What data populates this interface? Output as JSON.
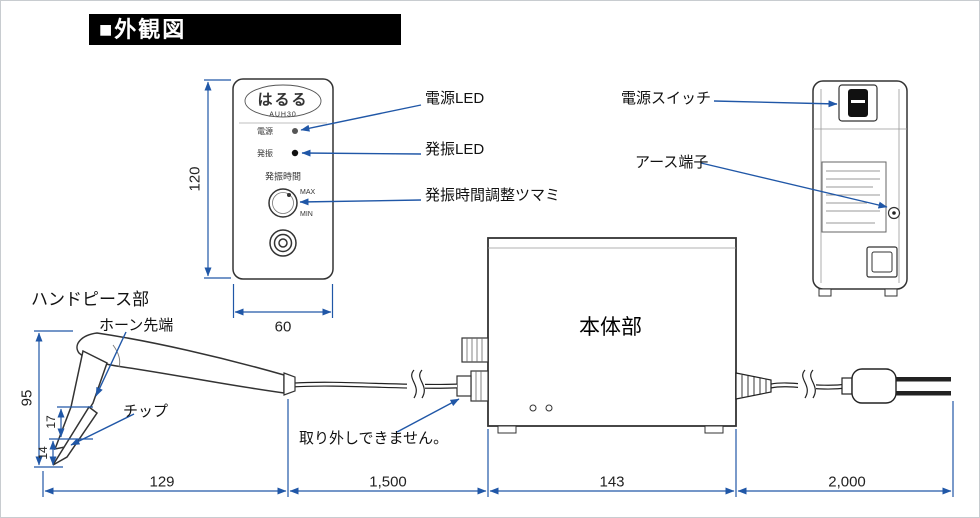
{
  "title": "■外観図",
  "colors": {
    "accent": "#2057a7",
    "banner_bg": "#000000",
    "banner_fg": "#ffffff",
    "line": "#333333"
  },
  "front_panel": {
    "logo": "はるる",
    "model": "AUH30",
    "led_power_label": "電源",
    "led_osc_label": "発振",
    "knob_title": "発振時間",
    "knob_max": "MAX",
    "knob_min": "MIN"
  },
  "callouts": {
    "power_led": "電源LED",
    "osc_led": "発振LED",
    "knob": "発振時間調整ツマミ",
    "power_switch": "電源スイッチ",
    "earth_terminal": "アース端子",
    "handpiece": "ハンドピース部",
    "horn_tip": "ホーン先端",
    "chip": "チップ",
    "not_removable": "取り外しできません。",
    "main_body": "本体部"
  },
  "dimensions": {
    "front_height": "120",
    "front_width": "60",
    "handpiece_height": "95",
    "tip_upper": "17",
    "tip_lower": "14",
    "handpiece_length": "129",
    "cable_length": "1,500",
    "body_length": "143",
    "power_cord_length": "2,000"
  }
}
